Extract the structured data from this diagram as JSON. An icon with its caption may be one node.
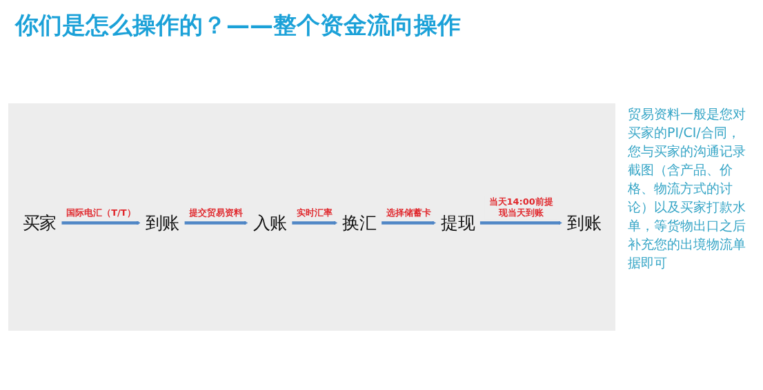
{
  "diagram": {
    "title": "你们是怎么操作的？——整个资金流向操作",
    "nodes": [
      {
        "text": [
          "买家"
        ]
      },
      {
        "text": [
          "到账"
        ]
      },
      {
        "text": [
          "入账"
        ]
      },
      {
        "text": [
          "换汇"
        ]
      },
      {
        "text": [
          "提现"
        ]
      },
      {
        "text": [
          "到账"
        ]
      }
    ],
    "edges": [
      {
        "from": 0,
        "to": 1,
        "arrow": "to",
        "label": "国际电汇（T/T）"
      },
      {
        "from": 1,
        "to": 2,
        "arrow": "to",
        "label": "提交贸易资料"
      },
      {
        "from": 2,
        "to": 3,
        "arrow": "to",
        "label": "实时汇率"
      },
      {
        "from": 3,
        "to": 4,
        "arrow": "to",
        "label": "选择储蓄卡"
      },
      {
        "from": 4,
        "to": 5,
        "arrow": "to",
        "label": "当天14:00前提现当天到账"
      }
    ],
    "labels": [
      "贸易资料一般是您对买家的PI/CI/合同，您与买家的沟通记录截图（含产品、价格、物流方式的讨论）以及买家打款水单，等货物出口之后补充您的出境物流单据即可"
    ]
  }
}
